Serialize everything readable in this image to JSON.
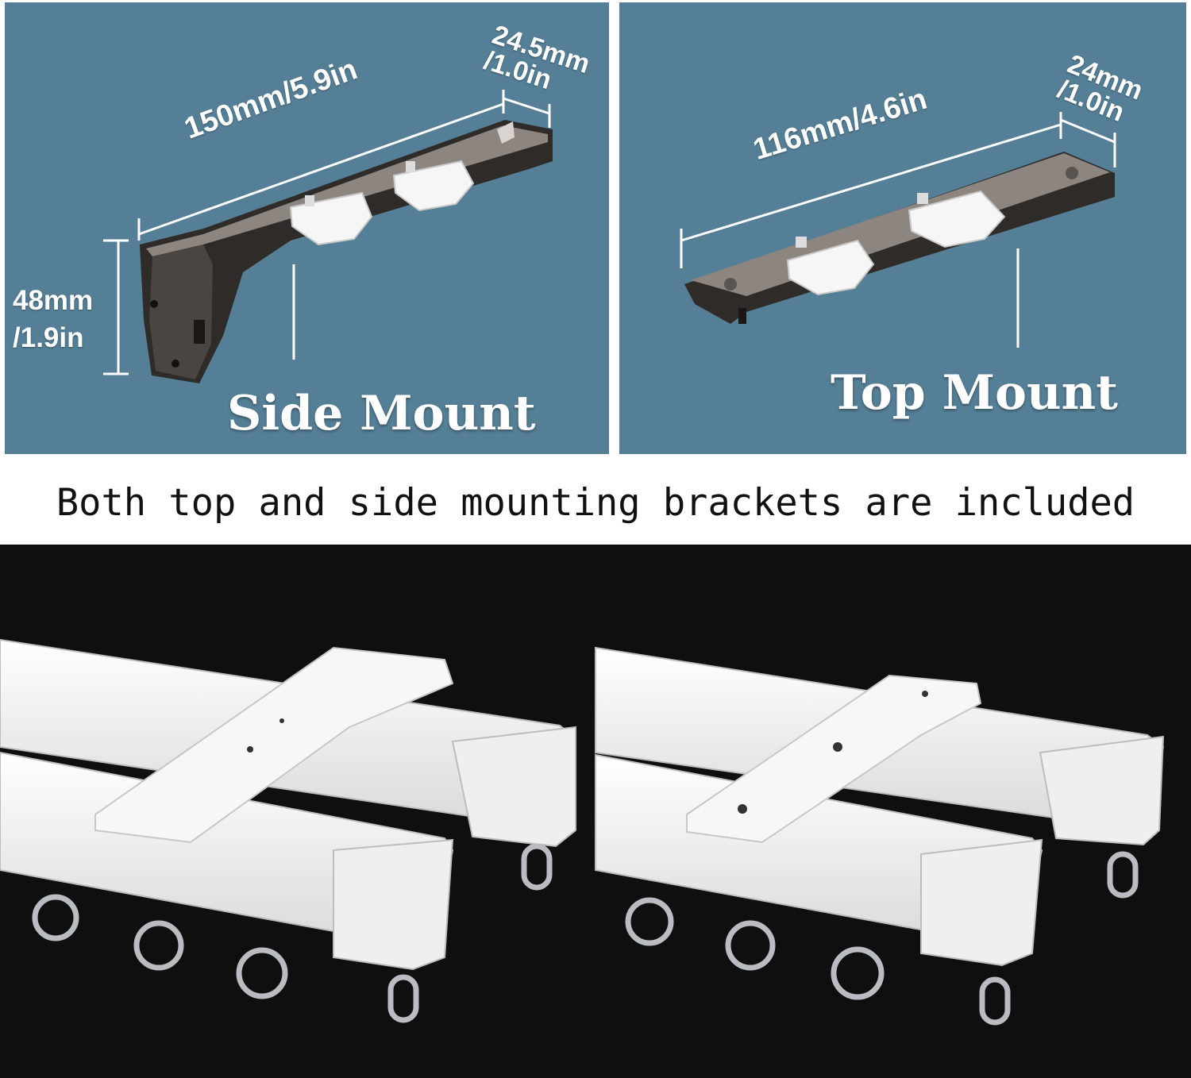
{
  "side_mount": {
    "title": "Side Mount",
    "length_label": "150mm/5.9in",
    "depth_line1": "24.5mm",
    "depth_line2": "/1.0in",
    "height_line1": "48mm",
    "height_line2": "/1.9in"
  },
  "top_mount": {
    "title": "Top Mount",
    "length_label": "116mm/4.6in",
    "depth_line1": "24mm",
    "depth_line2": "/1.0in"
  },
  "caption": "Both top and side mounting brackets are included",
  "colors": {
    "panel_blue": "#547f96",
    "photo_background": "#0f0f0f",
    "rail_white": "#f4f4f4",
    "bracket_metal": "#3a3633"
  }
}
